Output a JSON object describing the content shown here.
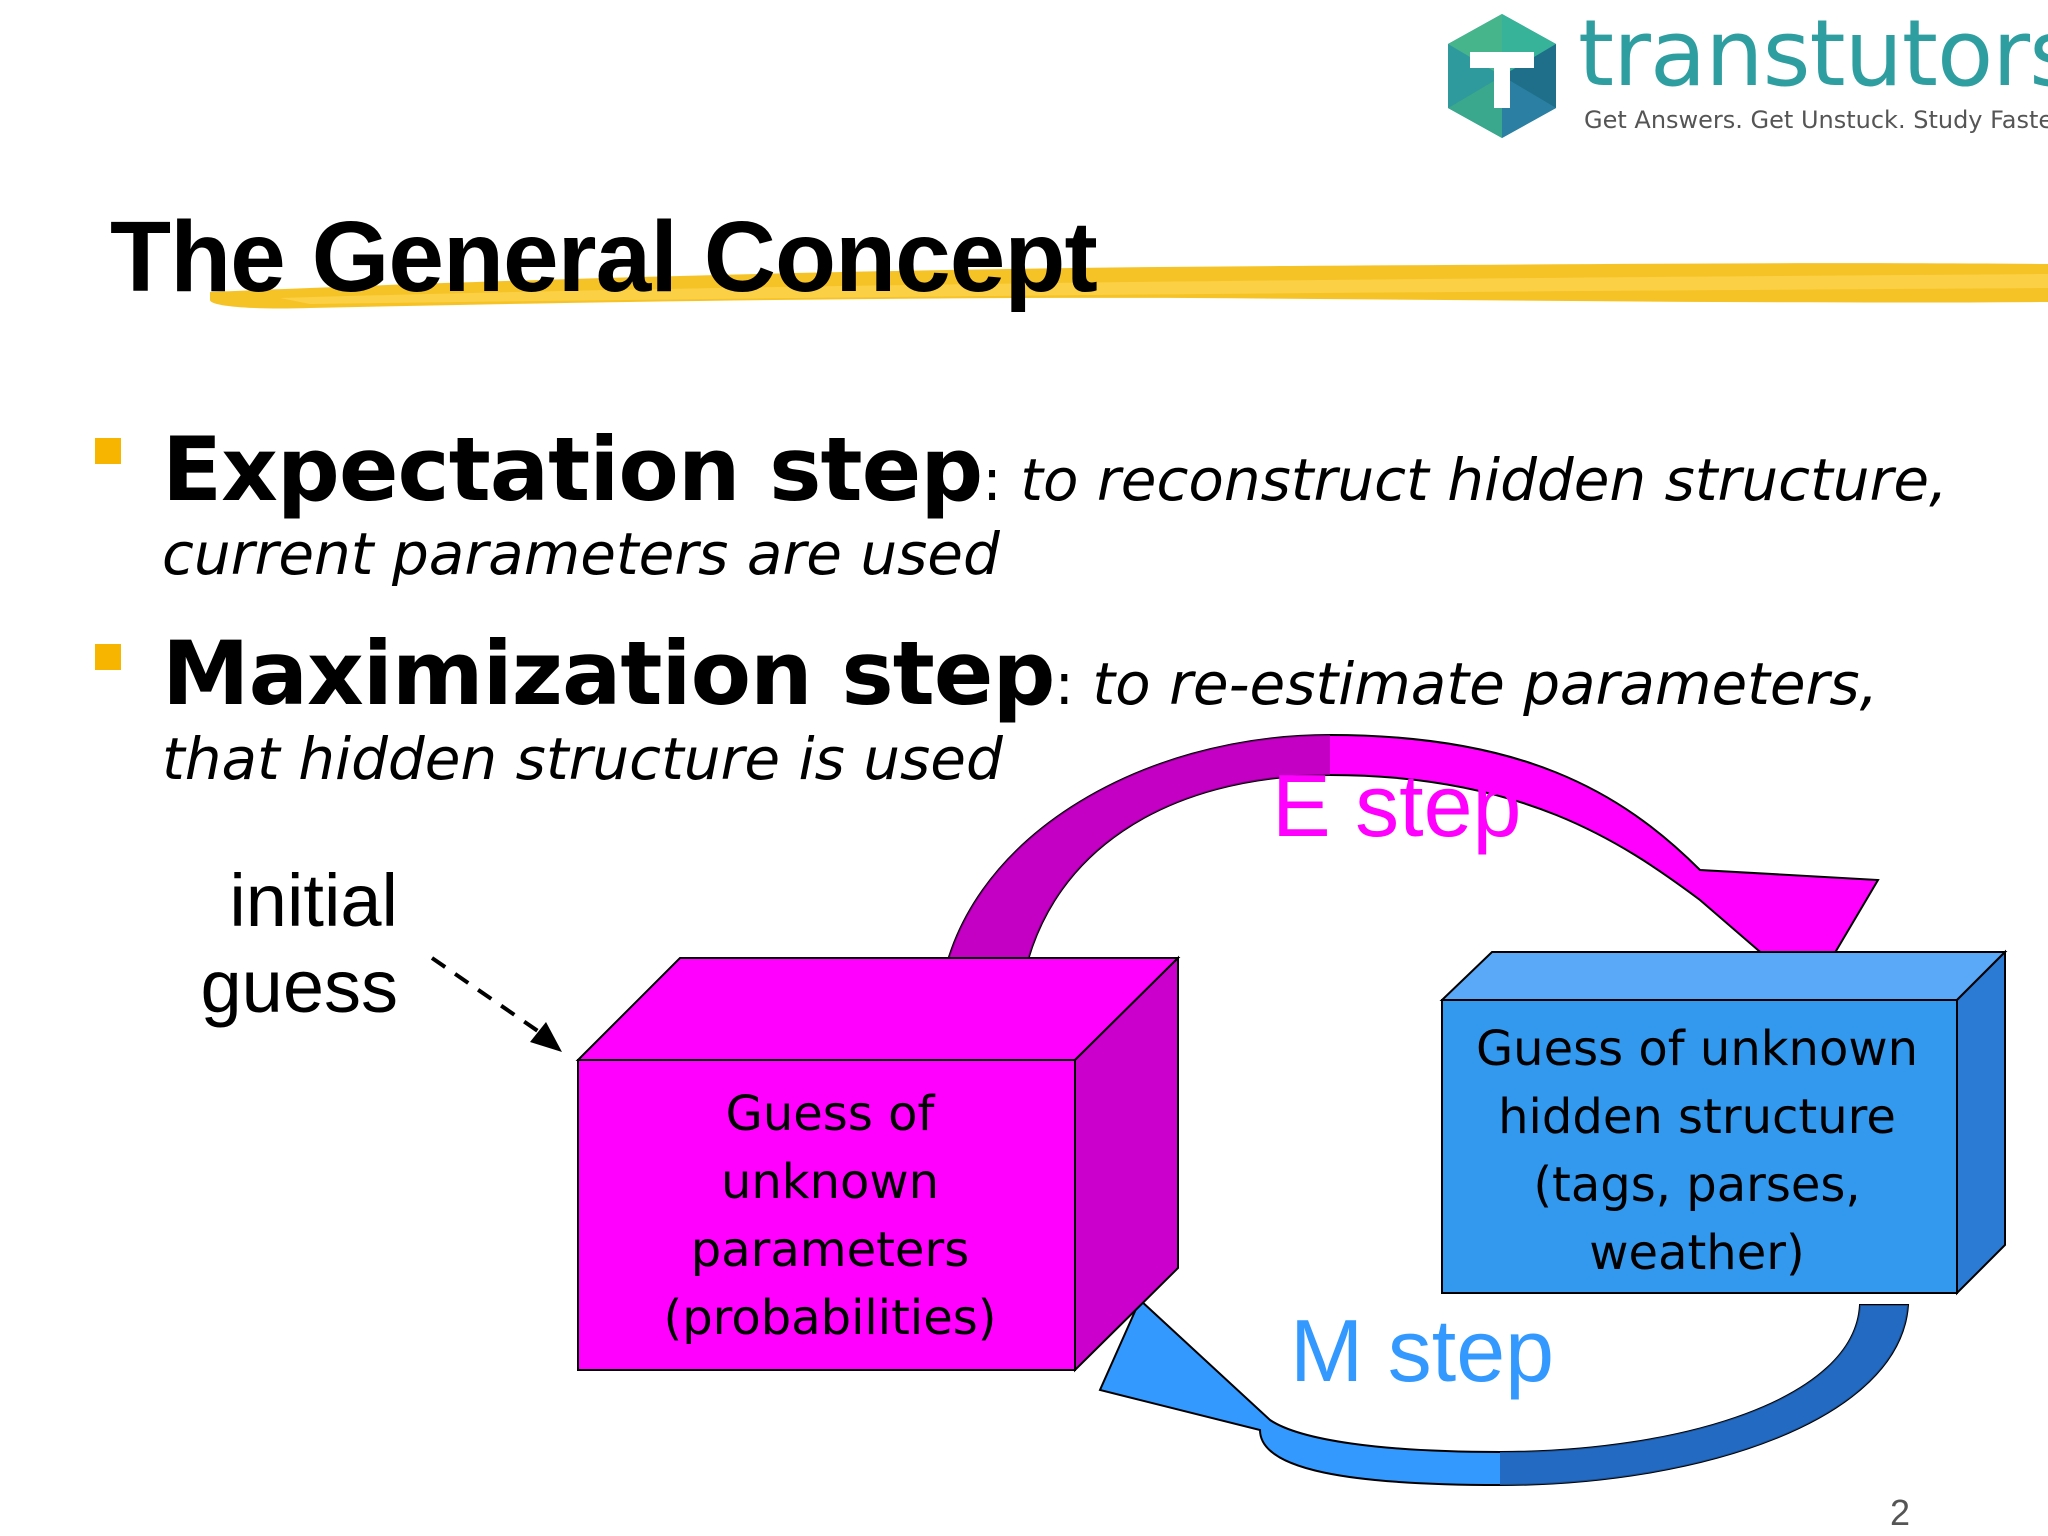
{
  "logo": {
    "wordmark": "transtutors",
    "tagline": "Get Answers. Get Unstuck. Study Faster"
  },
  "slide": {
    "title": "The General Concept",
    "bullets": [
      {
        "heading": "Expectation step",
        "separator": ": ",
        "desc_line1": "to reconstruct hidden structure,",
        "desc_line2": "current parameters are used"
      },
      {
        "heading": "Maximization step",
        "separator": ": ",
        "desc_line1": "to re-estimate parameters,",
        "desc_line2": "that hidden structure is used"
      }
    ],
    "page_number": "2"
  },
  "diagram": {
    "initial_guess": [
      "initial",
      "guess"
    ],
    "left_box": [
      "Guess of",
      "unknown",
      "parameters",
      "(probabilities)"
    ],
    "right_box": [
      "Guess of unknown",
      "hidden structure",
      "(tags, parses,",
      "weather)"
    ],
    "e_step": "E step",
    "m_step": "M step"
  },
  "colors": {
    "accent_bullet": "#f7b500",
    "title_highlight": "#f5b800",
    "e_step": "#ff00ff",
    "m_step": "#3399ff",
    "left_box_front": "#ff00ff",
    "right_box_front": "#3399ee",
    "logo_teal": "#2f9ea0"
  }
}
